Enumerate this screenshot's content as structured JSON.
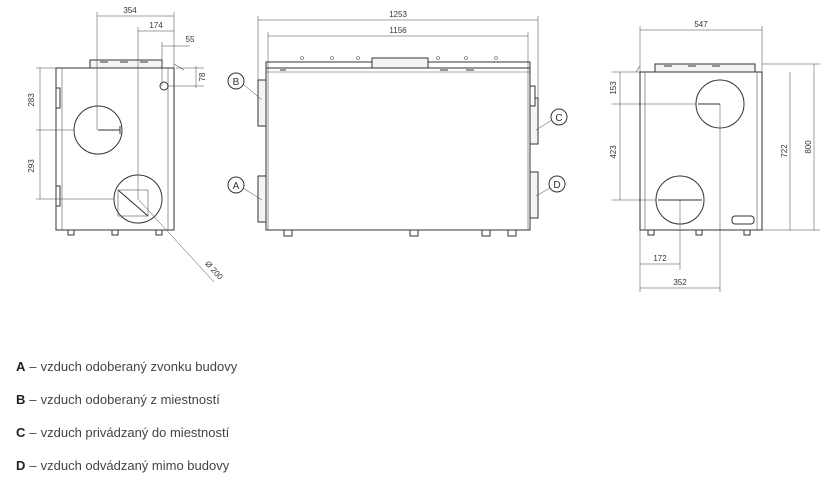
{
  "drawing": {
    "left_view": {
      "dim_width": "354",
      "dim_a": "174",
      "dim_b": "55",
      "dim_c": "78",
      "dim_h1": "283",
      "dim_h2": "293",
      "dim_diameter": "Ø 200"
    },
    "front_view": {
      "dim_total": "1253",
      "dim_inner": "1156",
      "port_b": "B",
      "port_a": "A",
      "port_c": "C",
      "port_d": "D"
    },
    "right_view": {
      "dim_width": "547",
      "dim_h1": "153",
      "dim_h2": "423",
      "dim_h3": "722",
      "dim_h4": "800",
      "dim_x1": "172",
      "dim_x2": "352"
    }
  },
  "legend": {
    "items": [
      {
        "key": "A",
        "dash": "–",
        "text": "vzduch odoberaný zvonku budovy"
      },
      {
        "key": "B",
        "dash": "–",
        "text": "vzduch odoberaný z miestností"
      },
      {
        "key": "C",
        "dash": "–",
        "text": "vzduch privádzaný do miestností"
      },
      {
        "key": "D",
        "dash": "–",
        "text": "vzduch odvádzaný mimo budovy"
      }
    ]
  }
}
